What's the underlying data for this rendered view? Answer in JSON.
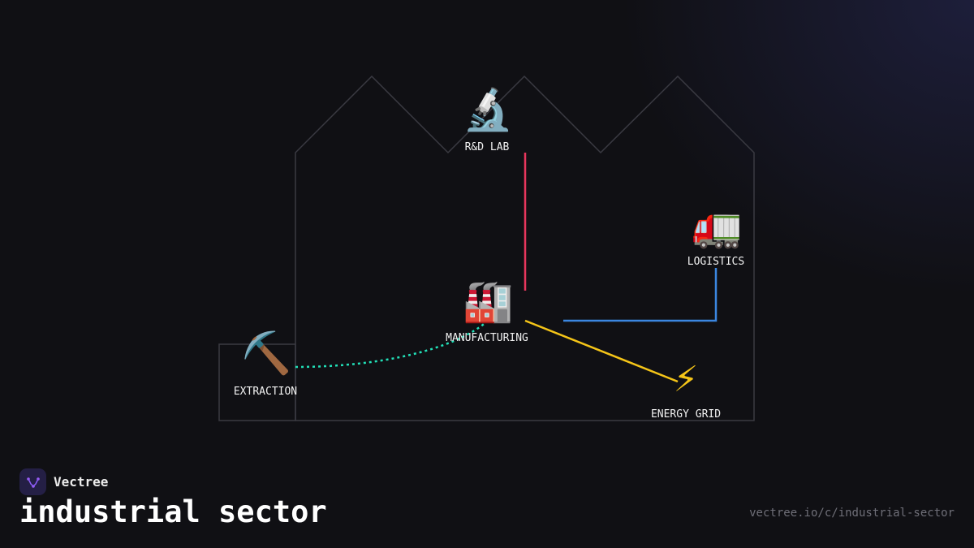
{
  "brand": {
    "name": "Vectree"
  },
  "title": "industrial sector",
  "url": "vectree.io/c/industrial-sector",
  "nodes": [
    {
      "id": "rd-lab",
      "label": "R&D LAB",
      "icon": "microscope-icon",
      "glyph": "🔬"
    },
    {
      "id": "logistics",
      "label": "LOGISTICS",
      "icon": "truck-icon",
      "glyph": "🚛"
    },
    {
      "id": "manufacturing",
      "label": "MANUFACTURING",
      "icon": "factory-icon",
      "glyph": "🏭"
    },
    {
      "id": "extraction",
      "label": "EXTRACTION",
      "icon": "pick-icon",
      "glyph": "⛏️"
    },
    {
      "id": "energy-grid",
      "label": "ENERGY GRID",
      "icon": "lightning-icon",
      "glyph": "⚡"
    }
  ],
  "edges": [
    {
      "from": "rd-lab",
      "to": "manufacturing",
      "color": "#e8365d",
      "style": "solid"
    },
    {
      "from": "logistics",
      "to": "manufacturing",
      "color": "#3b86e0",
      "style": "solid"
    },
    {
      "from": "manufacturing",
      "to": "energy-grid",
      "color": "#f5c518",
      "style": "solid"
    },
    {
      "from": "extraction",
      "to": "manufacturing",
      "color": "#22e0b8",
      "style": "dotted"
    }
  ],
  "colors": {
    "background": "#101014",
    "outline": "#3a3a42",
    "rd_link": "#e8365d",
    "logistics_link": "#3b86e0",
    "energy_link": "#f5c518",
    "extraction_link": "#22e0b8",
    "brand_logo": "#241f45"
  }
}
